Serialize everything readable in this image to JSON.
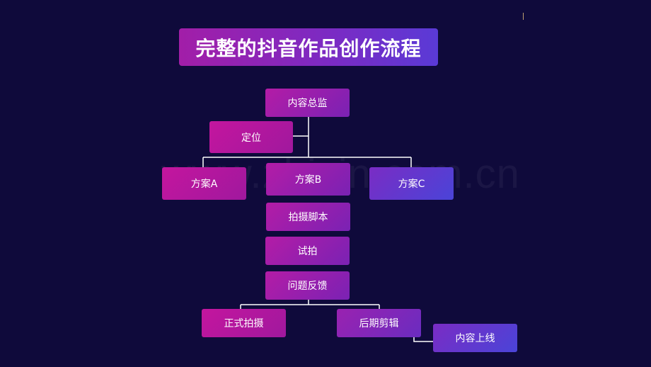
{
  "title": "完整的抖音作品创作流程",
  "watermark": "www.zhixin.com.cn",
  "nodes": {
    "director": "内容总监",
    "positioning": "定位",
    "plan_a": "方案A",
    "plan_b": "方案B",
    "plan_c": "方案C",
    "script": "拍摄脚本",
    "trial_shoot": "试拍",
    "feedback": "问题反馈",
    "formal_shoot": "正式拍摄",
    "post_edit": "后期剪辑",
    "publish": "内容上线"
  },
  "colors": {
    "background": "#0f0a3b",
    "line": "#ffffff"
  }
}
